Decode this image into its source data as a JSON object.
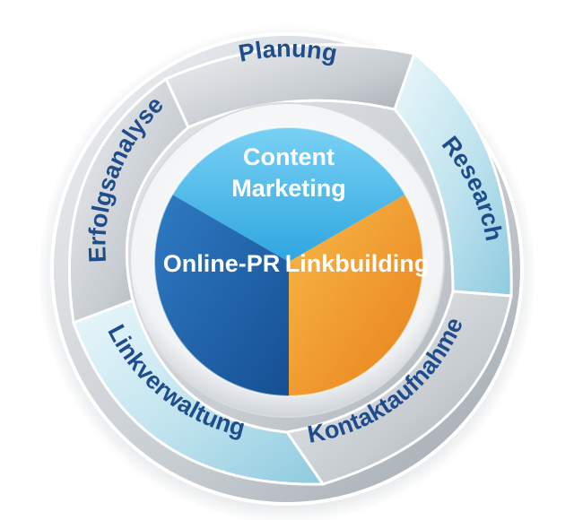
{
  "ring": {
    "segments": [
      {
        "id": "planung",
        "label": "Planung"
      },
      {
        "id": "research",
        "label": "Research"
      },
      {
        "id": "kontaktaufnahme",
        "label": "Kontaktaufnahme"
      },
      {
        "id": "linkverwaltung",
        "label": "Linkverwaltung"
      },
      {
        "id": "erfolgsanalyse",
        "label": "Erfolgsanalyse"
      }
    ]
  },
  "center": {
    "content_marketing_line1": "Content",
    "content_marketing_line2": "Marketing",
    "online_pr": "Online-PR",
    "linkbuilding": "Linkbuilding"
  },
  "colors": {
    "ring_gray": "#c9ced3",
    "ring_cyan": "#bfe3ee",
    "text_blue": "#1f4d8c",
    "pie_light_blue": "#4fc0ee",
    "pie_dark_blue": "#1f67b1",
    "pie_orange": "#f39a1e"
  }
}
